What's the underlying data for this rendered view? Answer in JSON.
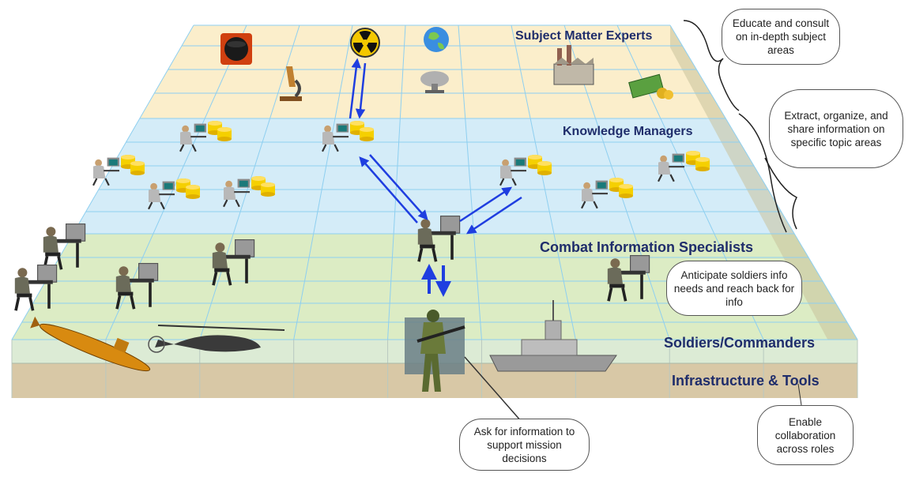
{
  "layers": {
    "subject_matter_experts": "Subject Matter Experts",
    "knowledge_managers": "Knowledge Managers",
    "combat_information_specialists": "Combat Information Specialists",
    "soldiers_commanders": "Soldiers/Commanders",
    "infrastructure_tools": "Infrastructure & Tools"
  },
  "callouts": {
    "educate": "Educate and consult on in-depth subject areas",
    "extract": "Extract, organize, and share information on specific topic areas",
    "anticipate": "Anticipate soldiers info needs and reach back for info",
    "ask": "Ask for information to support mission decisions",
    "enable": "Enable collaboration across roles"
  },
  "colors": {
    "sme_band": "#fbeecb",
    "km_band": "#d4ecf8",
    "cis_band": "#dcecc4",
    "soldier_band": "#dcebd5",
    "infra_band": "#d8c8a6",
    "grid": "#8ecff0",
    "arrow": "#1f3ee0",
    "label": "#1f2d6b"
  },
  "icons": [
    "spy-icon",
    "microscope-icon",
    "radiation-icon",
    "globe-icon",
    "satellite-dish-icon",
    "factory-icon",
    "money-icon",
    "computer-user-icon",
    "database-icon",
    "workstation-operator-icon",
    "submarine-icon",
    "helicopter-icon",
    "soldier-icon",
    "warship-icon"
  ]
}
